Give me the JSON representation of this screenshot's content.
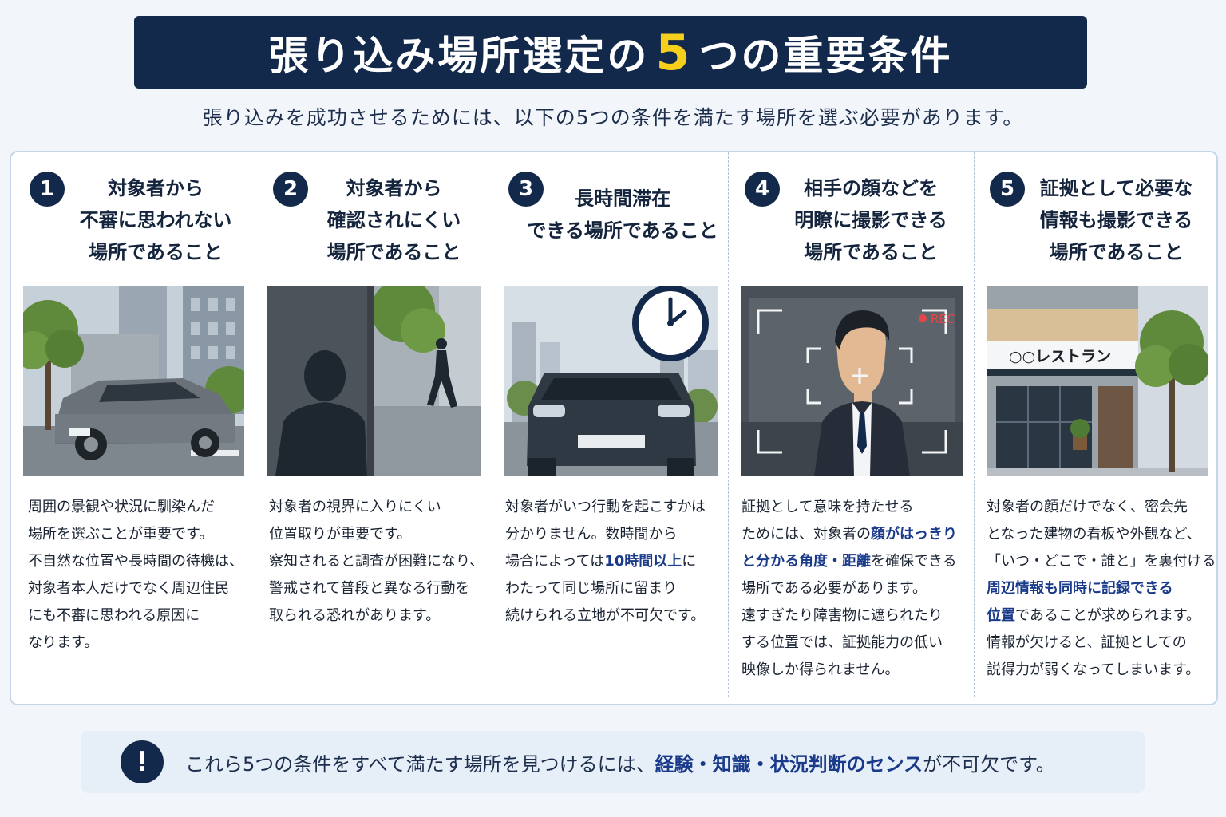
{
  "title": {
    "before": "張り込み場所選定の",
    "number": "5",
    "after": "つの重要条件"
  },
  "subtitle": "張り込みを成功させるためには、以下の5つの条件を満たす場所を選ぶ必要があります。",
  "conditions": [
    {
      "num": "1",
      "heading": [
        "対象者から",
        "不審に思われない",
        "場所であること"
      ],
      "image_icon": "parked-car-illustration",
      "body": [
        [
          {
            "t": "周囲の景観や状況に馴染んだ"
          }
        ],
        [
          {
            "t": "場所を選ぶことが重要です。"
          }
        ],
        [
          {
            "t": "不自然な位置や長時間の待機は、"
          }
        ],
        [
          {
            "t": "対象者本人だけでなく周辺住民"
          }
        ],
        [
          {
            "t": "にも不審に思われる原因に"
          }
        ],
        [
          {
            "t": "なります。"
          }
        ]
      ]
    },
    {
      "num": "2",
      "heading": [
        "対象者から",
        "確認されにくい",
        "場所であること"
      ],
      "image_icon": "hidden-observer-illustration",
      "body": [
        [
          {
            "t": "対象者の視界に入りにくい"
          }
        ],
        [
          {
            "t": "位置取りが重要です。"
          }
        ],
        [
          {
            "t": "察知されると調査が困難になり、"
          }
        ],
        [
          {
            "t": "警戒されて普段と異なる行動を"
          }
        ],
        [
          {
            "t": "取られる恐れがあります。"
          }
        ]
      ]
    },
    {
      "num": "3",
      "heading": [
        "長時間滞在",
        "できる場所であること"
      ],
      "image_icon": "car-and-clock-illustration",
      "body": [
        [
          {
            "t": "対象者がいつ行動を起こすかは"
          }
        ],
        [
          {
            "t": "分かりません。数時間から"
          }
        ],
        [
          {
            "t": "場合によっては"
          },
          {
            "t": "10時間以上",
            "h": true
          },
          {
            "t": "に"
          }
        ],
        [
          {
            "t": "わたって同じ場所に留まり"
          }
        ],
        [
          {
            "t": "続けられる立地が不可欠です。"
          }
        ]
      ]
    },
    {
      "num": "4",
      "heading": [
        "相手の顔などを",
        "明瞭に撮影できる",
        "場所であること"
      ],
      "image_icon": "camera-viewfinder-illustration",
      "rec_label": "REC",
      "body": [
        [
          {
            "t": "証拠として意味を持たせる"
          }
        ],
        [
          {
            "t": "ためには、対象者の"
          },
          {
            "t": "顔がはっきり",
            "h": true
          }
        ],
        [
          {
            "t": "と分かる角度・距離",
            "h": true
          },
          {
            "t": "を確保できる"
          }
        ],
        [
          {
            "t": "場所である必要があります。"
          }
        ],
        [
          {
            "t": "遠すぎたり障害物に遮られたり"
          }
        ],
        [
          {
            "t": "する位置では、証拠能力の低い"
          }
        ],
        [
          {
            "t": "映像しか得られません。"
          }
        ]
      ]
    },
    {
      "num": "5",
      "heading": [
        "証拠として必要な",
        "情報も撮影できる",
        "場所であること"
      ],
      "image_icon": "restaurant-storefront-illustration",
      "sign_label": "○○レストラン",
      "body": [
        [
          {
            "t": "対象者の顔だけでなく、密会先"
          }
        ],
        [
          {
            "t": "となった建物の看板や外観など、"
          }
        ],
        [
          {
            "t": "「いつ・どこで・誰と」を裏付ける"
          }
        ],
        [
          {
            "t": "周辺情報も同時に記録できる",
            "h": true
          }
        ],
        [
          {
            "t": "位置",
            "h": true
          },
          {
            "t": "であることが求められます。"
          }
        ],
        [
          {
            "t": "情報が欠けると、証拠としての"
          }
        ],
        [
          {
            "t": "説得力が弱くなってしまいます。"
          }
        ]
      ]
    }
  ],
  "note": {
    "icon": "exclamation-icon",
    "parts": [
      {
        "t": "これら5つの条件をすべて満たす場所を見つけるには、"
      },
      {
        "t": "経験・知識・状況判断のセンス",
        "h": true
      },
      {
        "t": "が不可欠です。"
      }
    ]
  },
  "colors": {
    "navy": "#13294b",
    "accent_yellow": "#f6cf1d",
    "highlight_blue": "#1a3a8a"
  }
}
